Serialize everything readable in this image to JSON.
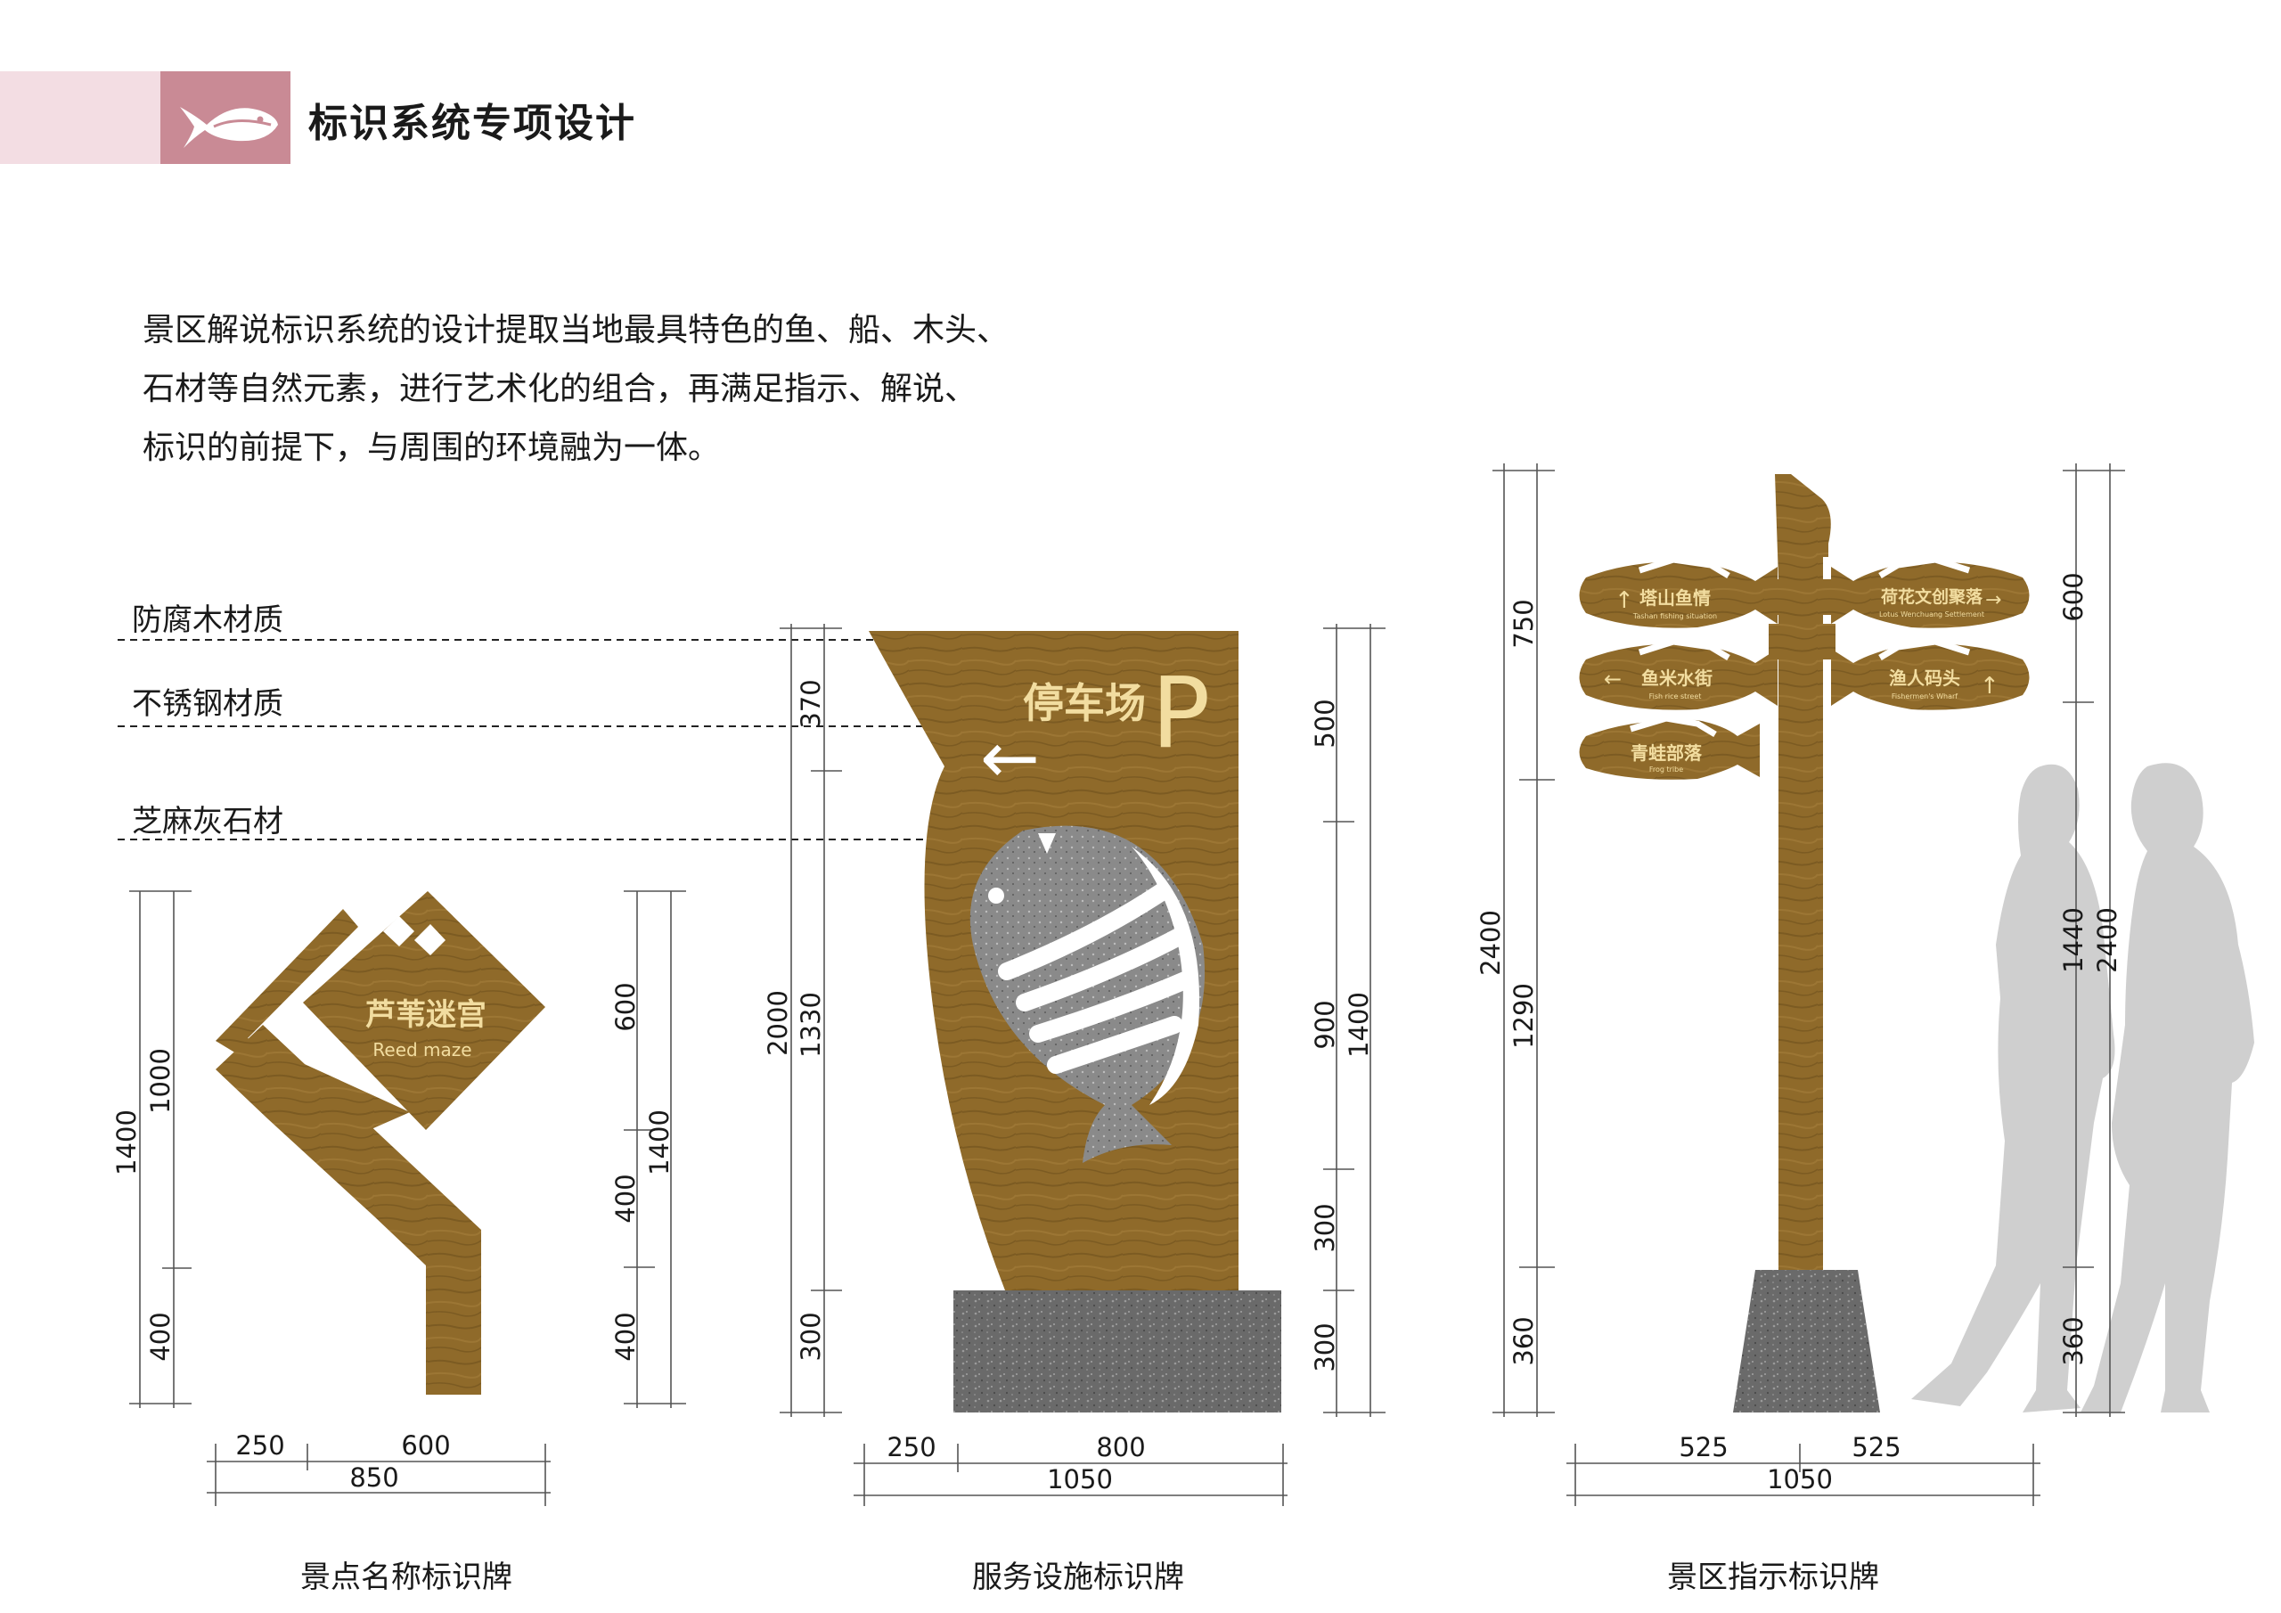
{
  "header": {
    "title": "标识系统专项设计",
    "logo_icon": "fish-logo-icon"
  },
  "intro": {
    "lines": [
      "景区解说标识系统的设计提取当地最具特色的鱼、船、木头、",
      "石材等自然元素，进行艺术化的组合，再满足指示、解说、",
      "标识的前提下，与周围的环境融为一体。"
    ]
  },
  "materials": {
    "wood": "防腐木材质",
    "steel": "不锈钢材质",
    "stone": "芝麻灰石材"
  },
  "colors": {
    "header_band": "#f3dde3",
    "logo_bg": "#c98a95",
    "wood": "#8f6a2a",
    "stone": "#6b6b6b",
    "gold_text": "#f2dda0",
    "silhouette": "#cfcfcf"
  },
  "sign_name": {
    "caption": "景点名称标识牌",
    "cn": "芦苇迷宫",
    "en": "Reed maze",
    "dims": {
      "left_outer": "1400",
      "left_top": "1000",
      "left_bottom": "400",
      "right_outer": "1400",
      "right_top": "600",
      "right_mid": "400",
      "right_bottom": "400",
      "bottom_a": "250",
      "bottom_b": "600",
      "bottom_total": "850"
    }
  },
  "sign_service": {
    "caption": "服务设施标识牌",
    "parking_text": "停车场",
    "parking_letter": "P",
    "arrow": "←",
    "dims": {
      "left_outer": "2000",
      "left_top": "370",
      "left_mid": "1330",
      "left_bottom": "300",
      "right_outer": "1400",
      "right_top": "500",
      "right_mid": "900",
      "right_lower": "300",
      "right_bottom": "300",
      "bottom_a": "250",
      "bottom_b": "800",
      "bottom_total": "1050"
    }
  },
  "sign_direction": {
    "caption": "景区指示标识牌",
    "boards": [
      {
        "cn": "塔山鱼情",
        "en": "Tashan fishing situation",
        "dir": "↑"
      },
      {
        "cn": "鱼米水街",
        "en": "Fish rice street",
        "dir": "←"
      },
      {
        "cn": "青蛙部落",
        "en": "Frog tribe",
        "dir": ""
      },
      {
        "cn": "荷花文创聚落",
        "en": "Lotus Wenchuang Settlement",
        "dir": "→"
      },
      {
        "cn": "渔人码头",
        "en": "Fishermen's Wharf",
        "dir": "↑"
      }
    ],
    "dims": {
      "left_outer": "2400",
      "left_top": "750",
      "left_mid": "1290",
      "left_bottom": "360",
      "right_top": "600",
      "right_mid": "1440",
      "right_bottom": "360",
      "right_outer": "2400",
      "bottom_a": "525",
      "bottom_b": "525",
      "bottom_total": "1050"
    }
  }
}
